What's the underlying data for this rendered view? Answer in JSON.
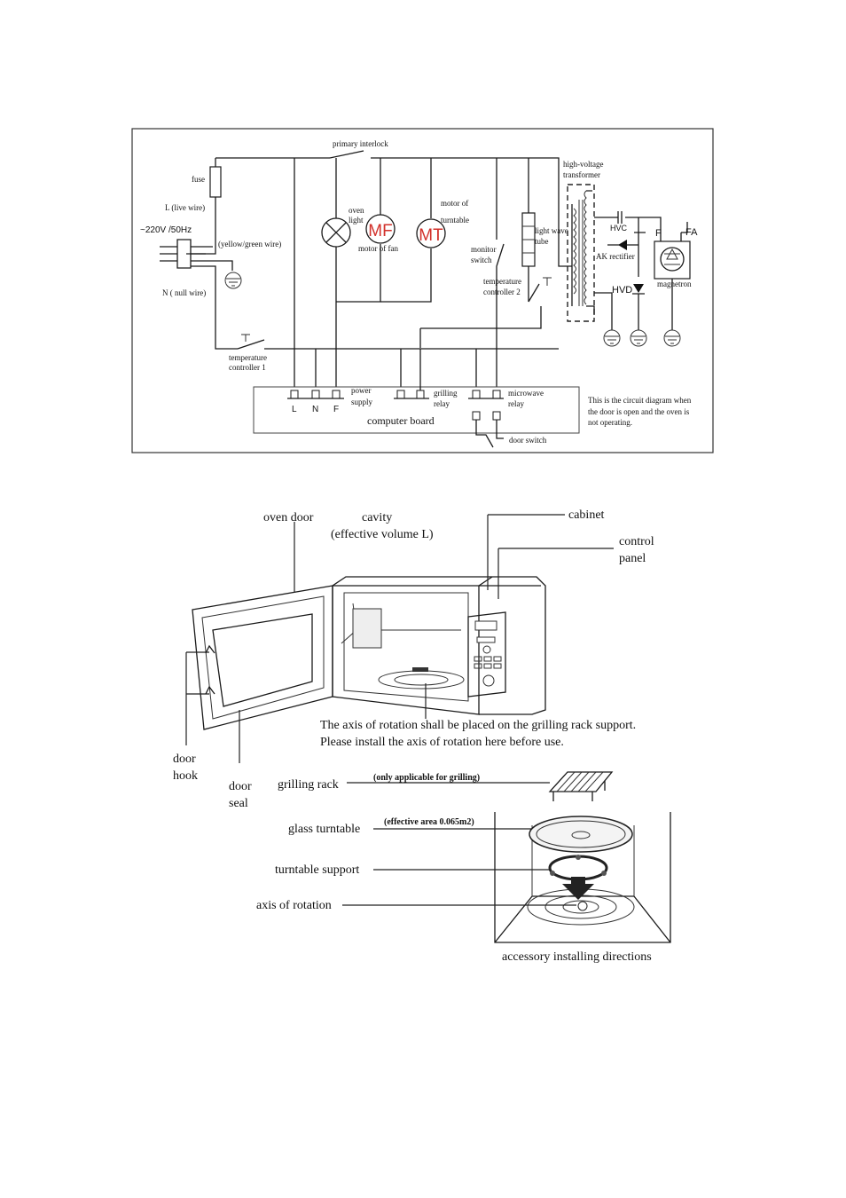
{
  "circuit": {
    "primary_interlock": "primary interlock",
    "fuse": "fuse",
    "live_wire": "L (live wire)",
    "supply": "~220V /50Hz",
    "ground_wire": "(yellow/green wire)",
    "null_wire": "N ( null wire)",
    "oven_light_1": "oven",
    "oven_light_2": "light",
    "mf_symbol": "MF",
    "motor_fan": "motor of fan",
    "mt_symbol": "MT",
    "motor_turntable_1": "motor of",
    "motor_turntable_2": "turntable",
    "monitor_switch_1": "monitor",
    "monitor_switch_2": "switch",
    "light_wave_tube_1": "light wave",
    "light_wave_tube_2": "tube",
    "temp_controller2_1": "temperature",
    "temp_controller2_2": "controller 2",
    "hv_transformer_1": "high-voltage",
    "hv_transformer_2": "transformer",
    "hvc": "HVC",
    "ak_rectifier": "AK rectifier",
    "hvd": "HVD",
    "f_terminal": "F",
    "fa_terminal": "FA",
    "magnetron": "magnetron",
    "temp_controller1_1": "temperature",
    "temp_controller1_2": "controller 1",
    "term_L": "L",
    "term_N": "N",
    "term_F": "F",
    "power_supply_1": "power",
    "power_supply_2": "supply",
    "grilling_relay_1": "grilling",
    "grilling_relay_2": "relay",
    "microwave_relay_1": "microwave",
    "microwave_relay_2": "relay",
    "computer_board": "computer board",
    "door_switch": "door switch",
    "note_1": "This is the circuit diagram when",
    "note_2": "the door is open and the oven is",
    "note_3": "not operating."
  },
  "oven": {
    "oven_door": "oven door",
    "cavity_1": "cavity",
    "cavity_2": "(effective volume      L)",
    "cabinet": "cabinet",
    "control_panel_1": "control",
    "control_panel_2": "panel",
    "axis_note_1": "The axis of rotation shall be placed on the grilling rack support.",
    "axis_note_2": "Please install the axis of rotation here before use.",
    "door_hook_1": "door",
    "door_hook_2": "hook",
    "door_seal_1": "door",
    "door_seal_2": "seal",
    "grilling_rack": "grilling rack",
    "grilling_rack_note": "(only applicable for grilling)",
    "glass_turntable": "glass turntable",
    "glass_turntable_note": "(effective area 0.065m2)",
    "turntable_support": "turntable support",
    "axis_of_rotation": "axis of rotation",
    "accessory_caption": "accessory installing directions"
  }
}
